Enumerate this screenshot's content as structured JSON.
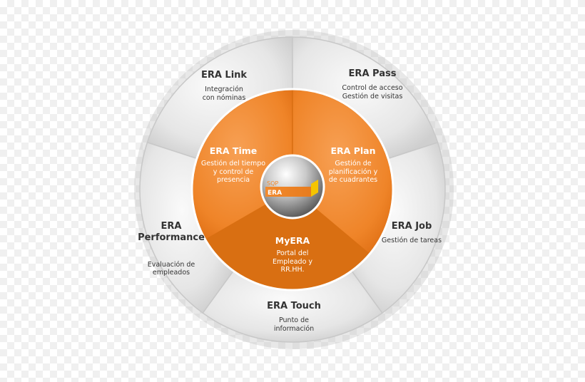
{
  "diagram": {
    "outer_segments": [
      {
        "id": "link",
        "title": "ERA Link",
        "description": "Integración\ncon nóminas"
      },
      {
        "id": "pass",
        "title": "ERA Pass",
        "description": "Control de acceso\nGestión de visitas"
      },
      {
        "id": "job",
        "title": "ERA Job",
        "description": "Gestión de tareas"
      },
      {
        "id": "touch",
        "title": "ERA Touch",
        "description": "Punto de\ninformación"
      },
      {
        "id": "performance",
        "title": "ERA\nPerformance",
        "description": "Evaluación de\nempleados"
      }
    ],
    "inner_segments": [
      {
        "id": "time",
        "title": "ERA Time",
        "description": "Gestión del tiempo\ny control de\npresencia"
      },
      {
        "id": "plan",
        "title": "ERA Plan",
        "description": "Gestión de\nplanificación y\nde cuadrantes"
      },
      {
        "id": "myera",
        "title": "MyERA",
        "description": "Portal del\nEmpleado y\nRR.HH."
      }
    ],
    "logo": {
      "top_text": "SQP",
      "bottom_text": "ERA"
    },
    "colors": {
      "outer_fill": "#ececec",
      "outer_stroke": "#c8c8c8",
      "inner_fill": "#f28a2e",
      "inner_dark": "#d96f12",
      "divider": "#ffffff",
      "text_dark": "#333333",
      "text_light": "#ffffff"
    }
  }
}
